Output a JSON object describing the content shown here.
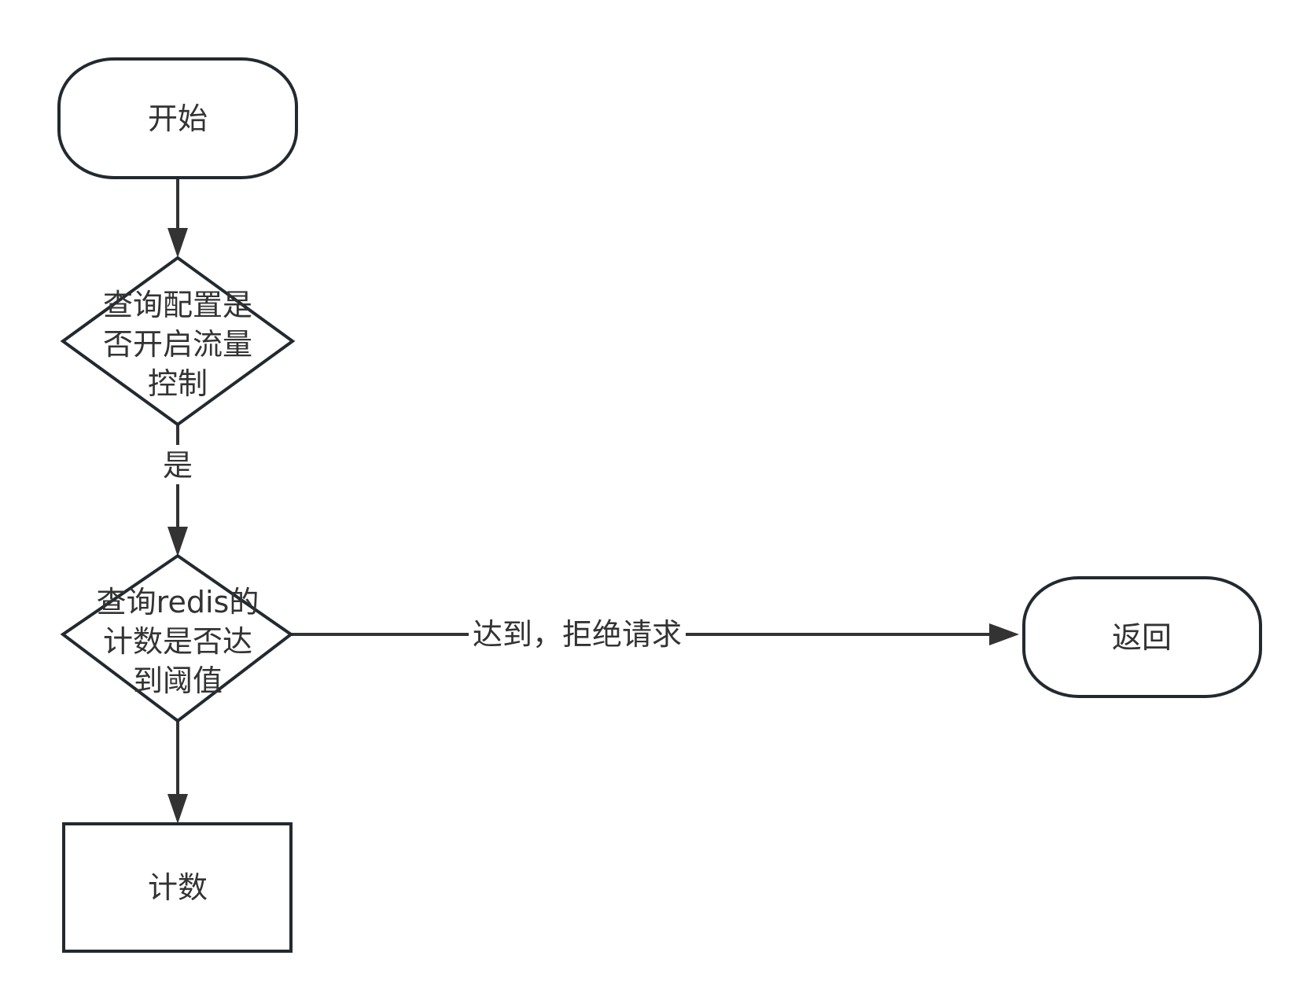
{
  "diagram": {
    "type": "flowchart",
    "nodes": {
      "start": {
        "kind": "terminal",
        "label": "开始"
      },
      "check_config": {
        "kind": "decision",
        "lines": [
          "查询配置是",
          "否开启流量",
          "控制"
        ]
      },
      "check_redis": {
        "kind": "decision",
        "lines": [
          "查询redis的",
          "计数是否达",
          "到阈值"
        ]
      },
      "return": {
        "kind": "terminal",
        "label": "返回"
      },
      "count": {
        "kind": "process",
        "label": "计数"
      }
    },
    "edges": [
      {
        "from": "start",
        "to": "check_config",
        "label": ""
      },
      {
        "from": "check_config",
        "to": "check_redis",
        "label": "是"
      },
      {
        "from": "check_redis",
        "to": "return",
        "label": "达到，拒绝请求"
      },
      {
        "from": "check_redis",
        "to": "count",
        "label": ""
      }
    ],
    "colors": {
      "stroke": "#222a30",
      "edge": "#333333",
      "text": "#333333",
      "fill": "#ffffff"
    }
  }
}
